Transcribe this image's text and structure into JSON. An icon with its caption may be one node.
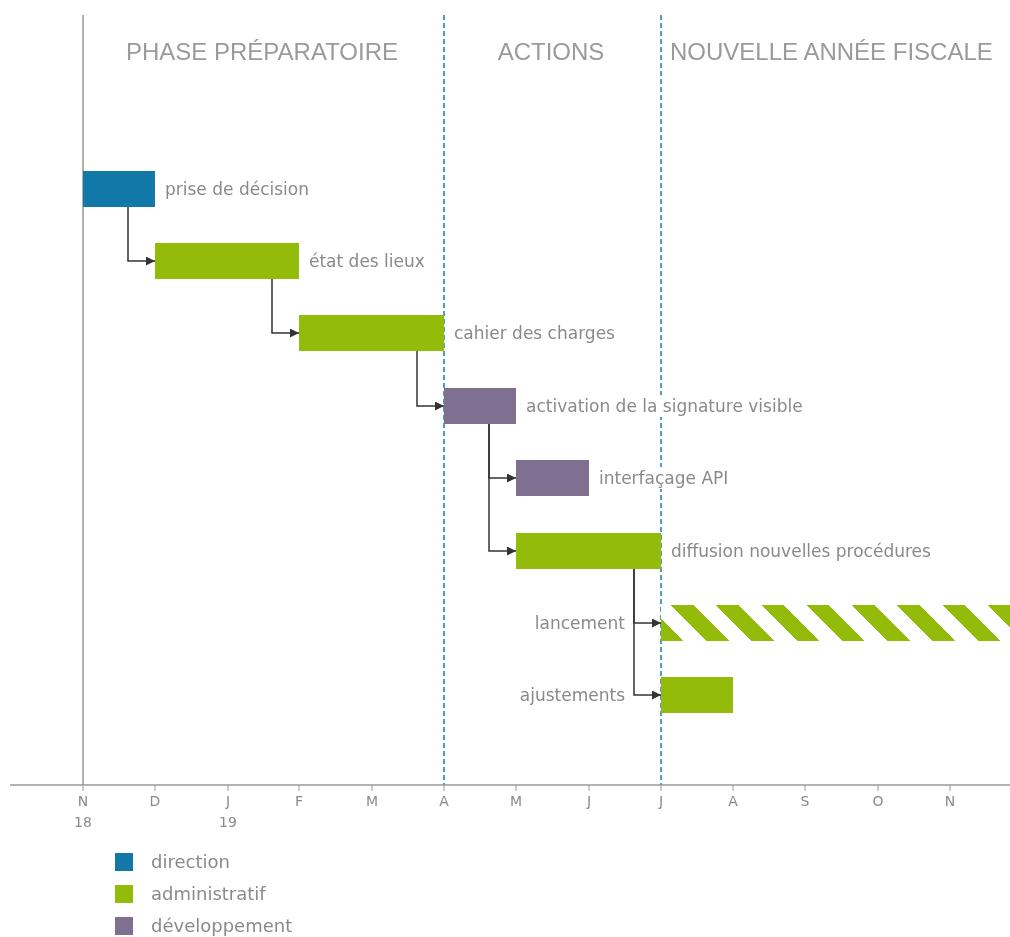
{
  "diagram": {
    "nodes": [
      {
        "text": [],
        "shape": "bar",
        "beside": [
          "prise de décision"
        ]
      },
      {
        "text": [],
        "shape": "bar",
        "beside": [
          "état des lieux"
        ]
      },
      {
        "text": [],
        "shape": "bar",
        "beside": [
          "cahier des charges"
        ]
      },
      {
        "text": [],
        "shape": "bar",
        "beside": [
          "activation de la signature visible"
        ]
      },
      {
        "text": [],
        "shape": "bar",
        "beside": [
          "interfaçage API"
        ]
      },
      {
        "text": [],
        "shape": "bar",
        "beside": [
          "diffusion nouvelles procédures"
        ]
      },
      {
        "text": [],
        "shape": "bar",
        "beside": [
          "lancement"
        ]
      },
      {
        "text": [],
        "shape": "bar",
        "beside": [
          "ajustements"
        ]
      }
    ],
    "edges": [
      {
        "from": 0,
        "to": 1,
        "arrow": "to"
      },
      {
        "from": 1,
        "to": 2,
        "arrow": "to"
      },
      {
        "from": 2,
        "to": 3,
        "arrow": "to"
      },
      {
        "from": 3,
        "to": 4,
        "arrow": "to"
      },
      {
        "from": 3,
        "to": 5,
        "arrow": "to"
      },
      {
        "from": 5,
        "to": 6,
        "arrow": "to"
      },
      {
        "from": 5,
        "to": 7,
        "arrow": "to"
      }
    ],
    "labels": [
      "PHASE PRÉPARATOIRE",
      "ACTIONS",
      "NOUVELLE ANNÉE FISCALE",
      "N",
      "D",
      "J",
      "F",
      "M",
      "A",
      "M",
      "J",
      "J",
      "A",
      "S",
      "O",
      "N",
      "18",
      "19"
    ],
    "legend": [
      {
        "text": "direction",
        "color": "#1278a8"
      },
      {
        "text": "administratif",
        "color": "#93bb09"
      },
      {
        "text": "développement",
        "color": "#80708f"
      }
    ]
  }
}
